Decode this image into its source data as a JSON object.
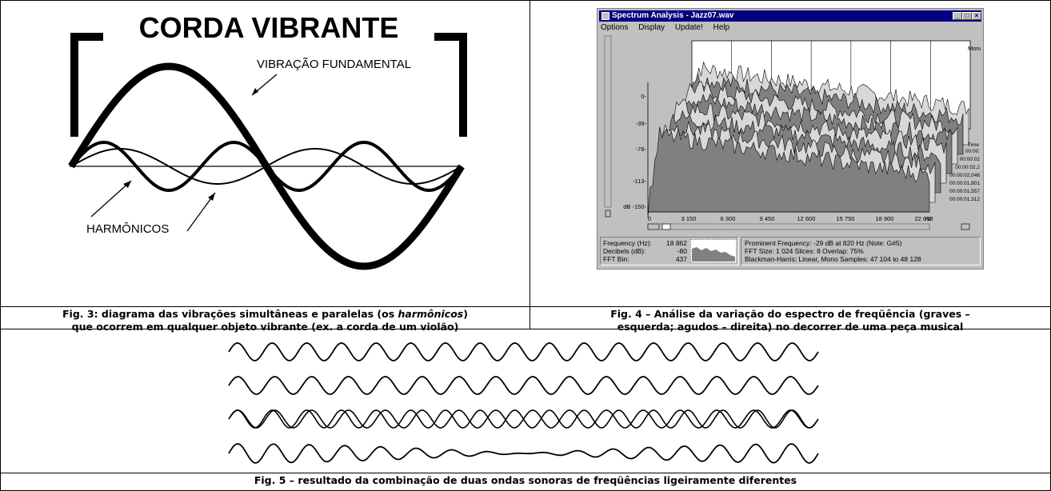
{
  "fig3": {
    "title": "CORDA VIBRANTE",
    "label_fundamental": "VIBRAÇÃO FUNDAMENTAL",
    "label_harmonics": "HARMÔNICOS",
    "caption_line1_before": "Fig. 3: diagrama das vibrações simultâneas e paralelas  (os ",
    "caption_line1_italic": "harmônicos",
    "caption_line1_after": ")",
    "caption_line2": "que ocorrem em qualquer objeto vibrante (ex. a corda de um violão)"
  },
  "fig4": {
    "window_title": "Spectrum Analysis - Jazz07.wav",
    "menu": [
      "Options",
      "Display",
      "Update!",
      "Help"
    ],
    "channel_label": "Mono",
    "y_ticks": [
      "0-",
      "-39-",
      "-76-",
      "-113-",
      "dB -150-"
    ],
    "x_ticks": [
      "0",
      "3 150",
      "6 300",
      "9 450",
      "12 600",
      "15 750",
      "18 900",
      "22 050"
    ],
    "x_unit": "Hz",
    "time_label": "Time",
    "time_ticks": [
      "00:00:",
      "00:00:02",
      "00:00:02,2",
      "00:00:02,048",
      "00:00:01,801",
      "00:00:01,557",
      "00:00:01,312"
    ],
    "status_left": [
      {
        "label": "Frequency (Hz):",
        "value": "18 862"
      },
      {
        "label": "Decibels (dB):",
        "value": "-80"
      },
      {
        "label": "FFT Bin:",
        "value": "437"
      }
    ],
    "status_right": [
      "Prominent Frequency: -29 dB at 820 Hz (Note: G#5)",
      "FFT Size: 1 024  Slices: 8  Overlap: 75%",
      "Blackman-Harris; Linear, Mono  Samples: 47 104 to 48 128"
    ],
    "caption_line1": "Fig. 4 – Análise da variação do espectro de freqüência (graves –",
    "caption_line2": "esquerda; agudos – direita) no decorrer de uma peça musical"
  },
  "fig5": {
    "caption": "Fig. 5 – resultado da combinação de duas ondas sonoras de freqüências ligeiramente diferentes"
  },
  "colors": {
    "spectrum_fill": "#808080",
    "spectrum_light": "#d8d8d8",
    "title_bar": "#000080",
    "window_bg": "#c0c0c0"
  }
}
